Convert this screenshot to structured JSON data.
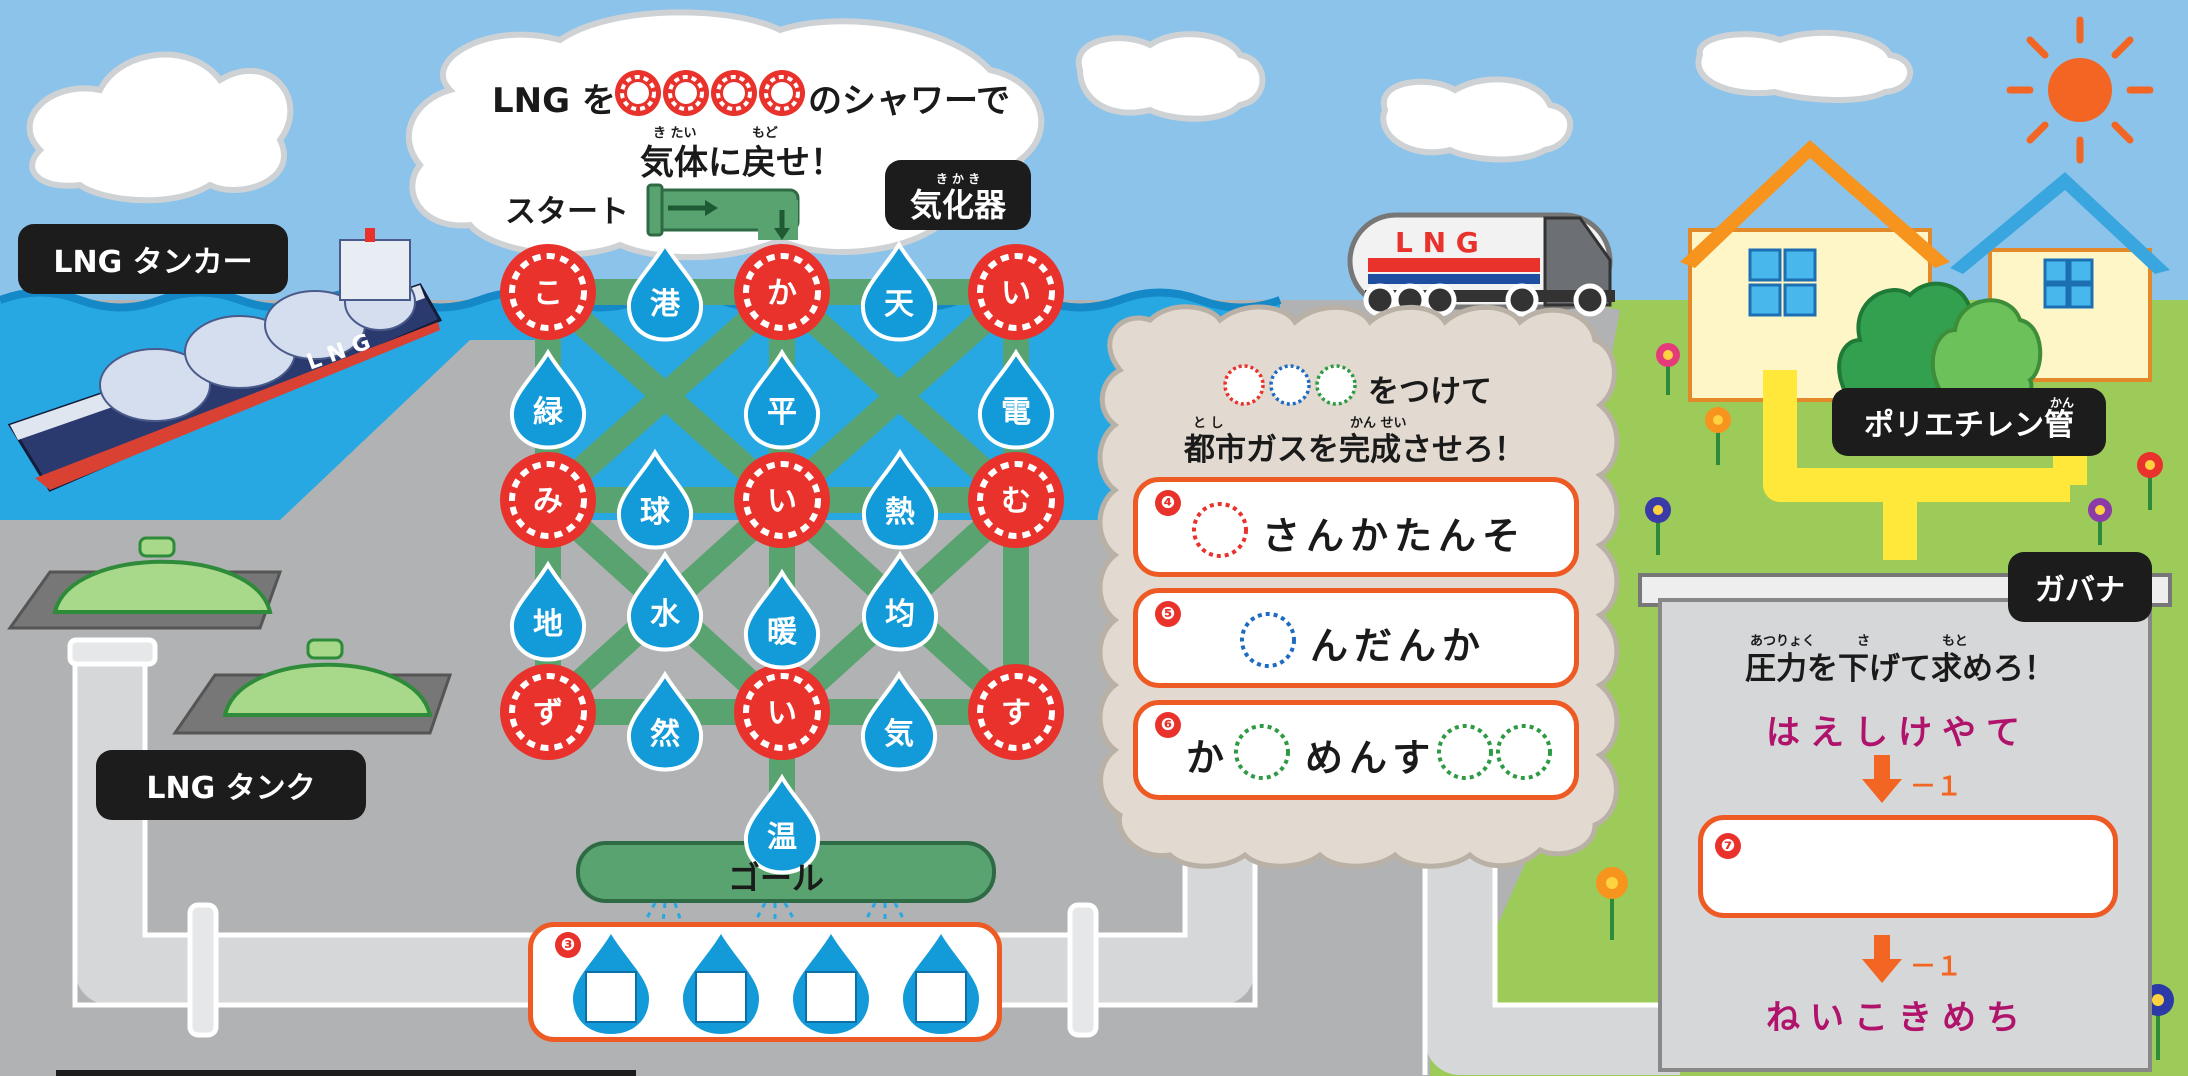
{
  "shower_title": {
    "line1_pre": "LNG を",
    "line1_post": "のシャワーで",
    "line2": "気体に戻せ！",
    "line2_furigana_a": "き たい",
    "line2_furigana_b": "もど"
  },
  "start_label": "スタート",
  "goal_label": "ゴール",
  "vaporizer": {
    "label": "気化器",
    "furigana": "き か き"
  },
  "tanker_label": "LNG タンカー",
  "tank_label": "LNG タンク",
  "ship_lettering": "L N G",
  "truck_lettering": "L N G",
  "grid": {
    "rings": [
      "こ",
      "か",
      "い",
      "み",
      "い",
      "む",
      "ず",
      "い",
      "す"
    ],
    "drops": [
      "港",
      "天",
      "緑",
      "平",
      "電",
      "球",
      "熱",
      "地",
      "水",
      "暖",
      "均",
      "然",
      "気",
      "温"
    ]
  },
  "answer_slots": {
    "number": "❸"
  },
  "city_gas": {
    "title_line1": "をつけて",
    "title_line2": "都市ガスを完成させろ！",
    "furigana_a": "と し",
    "furigana_b": "かん せい",
    "rows": [
      {
        "num": "❹",
        "pre": "",
        "post": "さんかたんそ",
        "color": "#e8322b"
      },
      {
        "num": "❺",
        "pre": "",
        "post": "んだんか",
        "color": "#1d6cc2"
      },
      {
        "num": "❻",
        "pre": "か",
        "mid": "めんす",
        "color": "#2e9a44"
      }
    ]
  },
  "polyethylene": {
    "label": "ポリエチレン管",
    "furigana": "かん"
  },
  "governor": {
    "label": "ガバナ",
    "title": "圧力を下げて求めろ！",
    "furigana_a": "あつりょく",
    "furigana_b": "さ",
    "furigana_c": "もと",
    "top_word": "はえしけやて",
    "step_label": "－１",
    "answer_num": "❼",
    "bottom_word": "ねいこきめち"
  },
  "colors": {
    "sky": "#8cc3ea",
    "sea": "#27a8e3",
    "ground": "#b1b2b3",
    "grass": "#9ccb5a",
    "pipe_green": "#58a36f",
    "ring_red": "#e8322b",
    "drop_blue": "#129ad9",
    "accent_orange": "#ee5a24",
    "sun": "#f26522"
  }
}
